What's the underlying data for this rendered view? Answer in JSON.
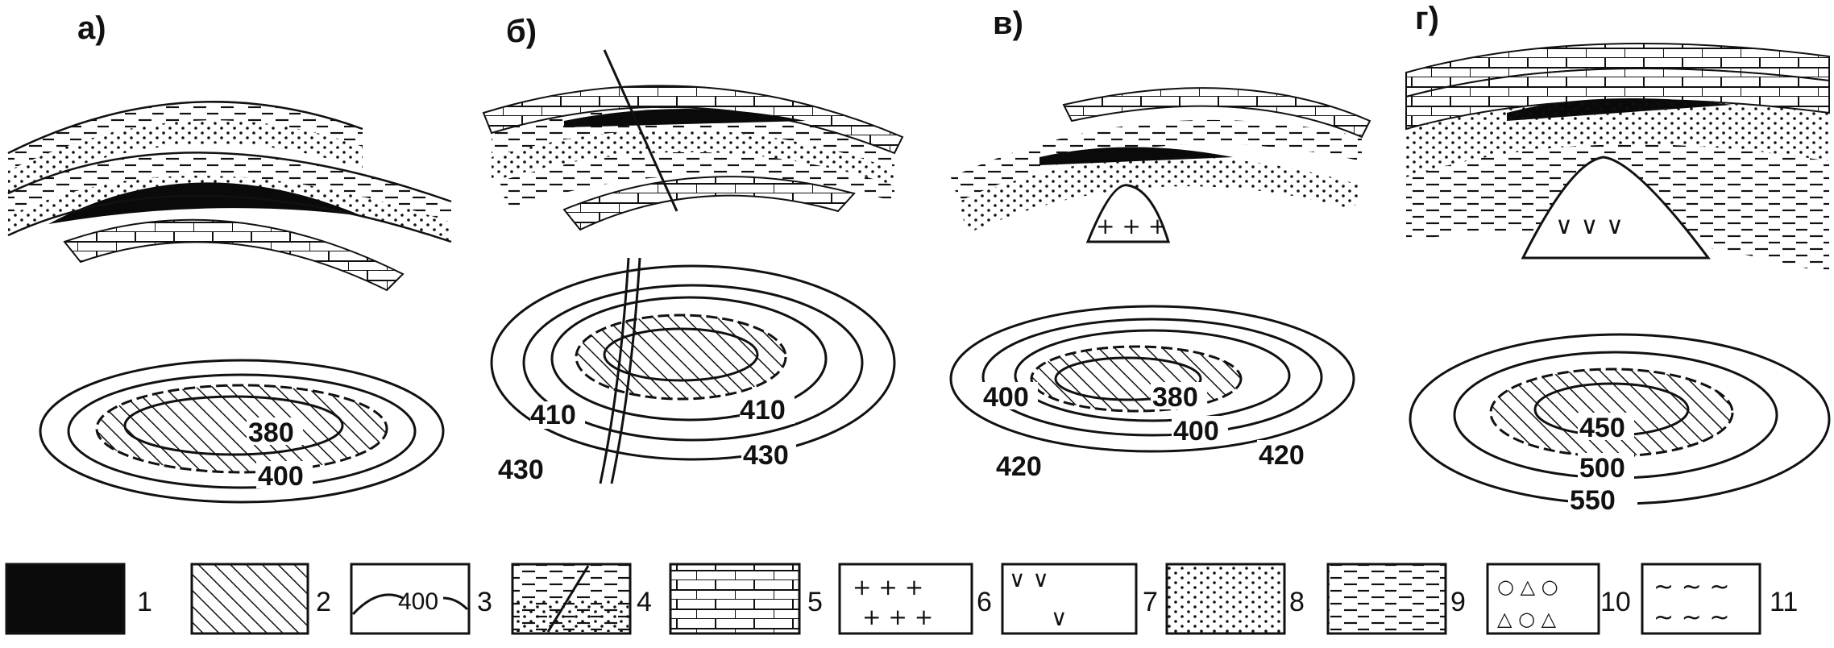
{
  "panels": [
    {
      "label": "а)",
      "isolines": [
        "380",
        "400"
      ]
    },
    {
      "label": "б)",
      "isolines": [
        "410",
        "410",
        "430",
        "430"
      ]
    },
    {
      "label": "в)",
      "isolines": [
        "380",
        "400",
        "400",
        "420",
        "420"
      ]
    },
    {
      "label": "г)",
      "isolines": [
        "450",
        "500",
        "550"
      ]
    }
  ],
  "legend": [
    {
      "number": "1",
      "symbol": "oil-fill"
    },
    {
      "number": "2",
      "symbol": "hatch"
    },
    {
      "number": "3",
      "symbol": "isoline",
      "text": "400"
    },
    {
      "number": "4",
      "symbol": "fault"
    },
    {
      "number": "5",
      "symbol": "limestone"
    },
    {
      "number": "6",
      "symbol": "crosses"
    },
    {
      "number": "7",
      "symbol": "v-marks"
    },
    {
      "number": "8",
      "symbol": "dots"
    },
    {
      "number": "9",
      "symbol": "dashes"
    },
    {
      "number": "10",
      "symbol": "circles-triangles"
    },
    {
      "number": "11",
      "symbol": "tildes"
    }
  ]
}
